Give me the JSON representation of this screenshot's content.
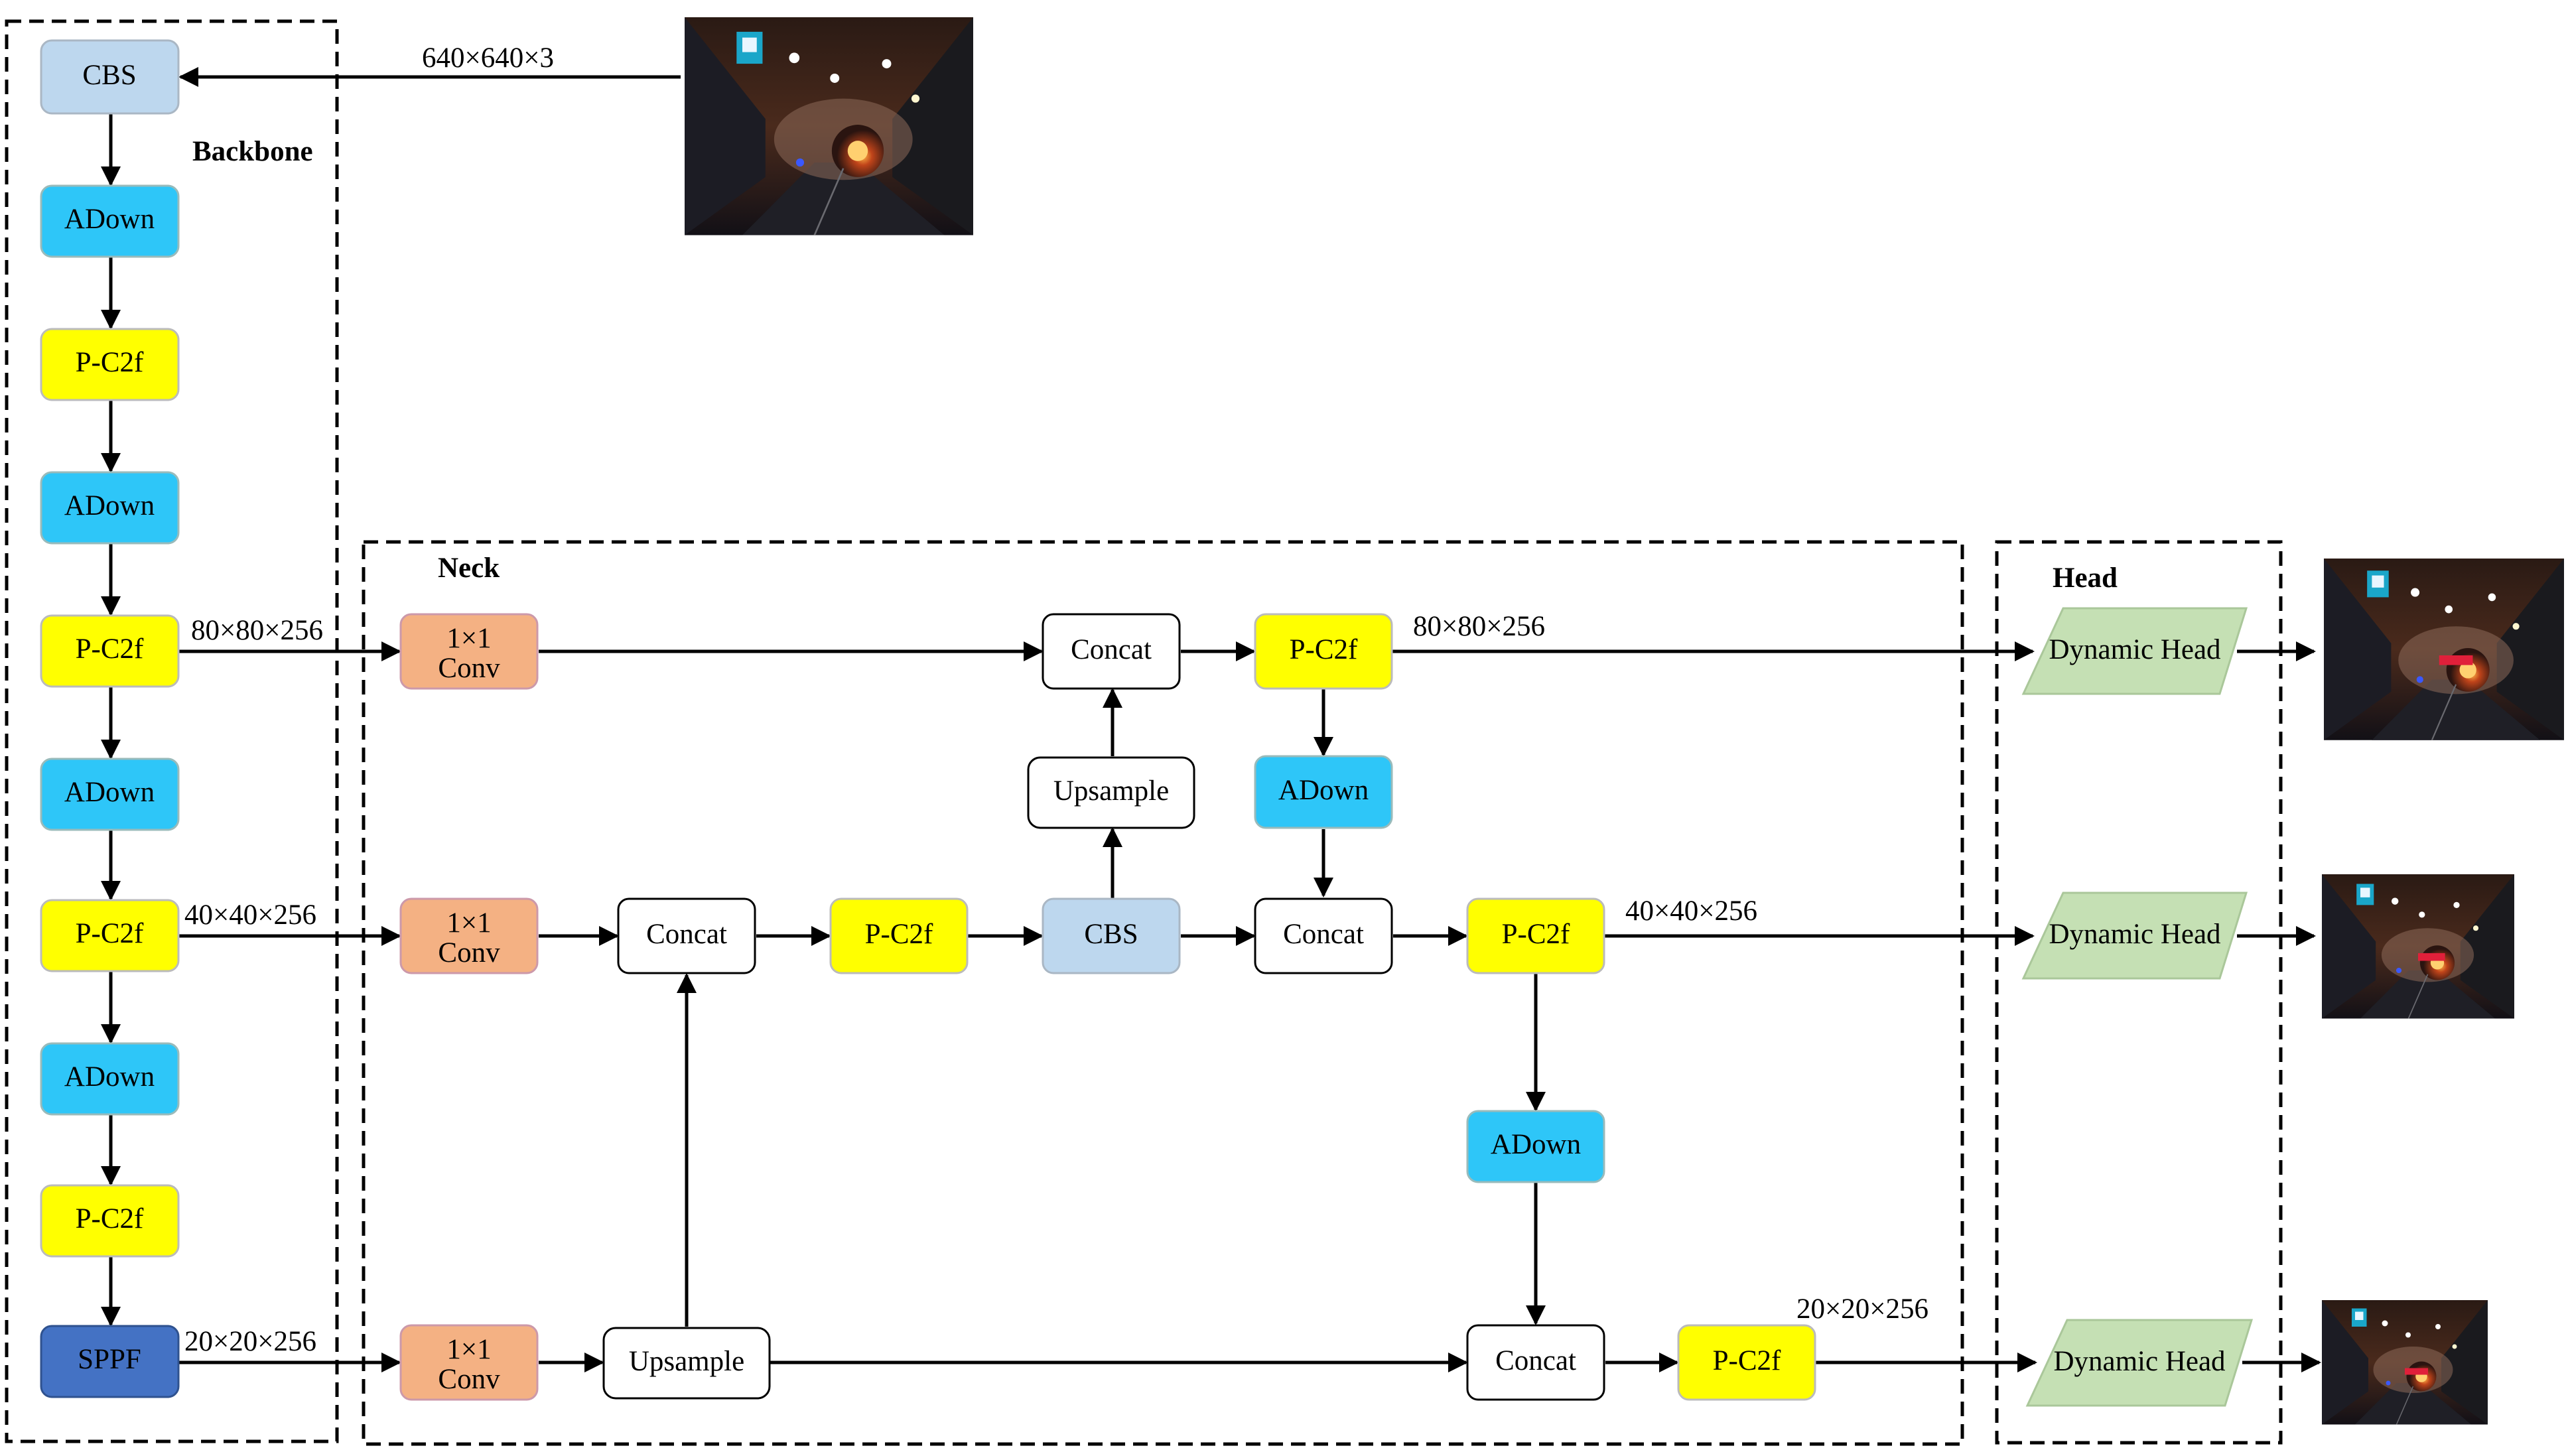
{
  "backbone": {
    "title": "Backbone",
    "input_size": "640×640×3",
    "blocks": [
      "CBS",
      "ADown",
      "P-C2f",
      "ADown",
      "P-C2f",
      "ADown",
      "P-C2f",
      "ADown",
      "P-C2f",
      "SPPF"
    ],
    "tap_sizes": [
      "80×80×256",
      "40×40×256",
      "20×20×256"
    ]
  },
  "neck": {
    "title": "Neck",
    "conv_label": [
      "1×1",
      "Conv"
    ],
    "concat": "Concat",
    "upsample": "Upsample",
    "pc2f": "P-C2f",
    "cbs": "CBS",
    "adown": "ADown",
    "out_sizes": [
      "80×80×256",
      "40×40×256",
      "20×20×256"
    ]
  },
  "head": {
    "title": "Head",
    "dynamic_head": "Dynamic Head"
  },
  "colors": {
    "cbs": "#bdd7ee",
    "adown": "#2ec6f8",
    "pc2f": "#ffff00",
    "sppf": "#4472c4",
    "conv": "#f4b183",
    "dynamic_head": "#c5e0b4",
    "white": "#ffffff"
  },
  "images": {
    "input": "tunnel-fire-photo",
    "outputs": [
      "detection-photo-large",
      "detection-photo-medium",
      "detection-photo-small"
    ]
  }
}
